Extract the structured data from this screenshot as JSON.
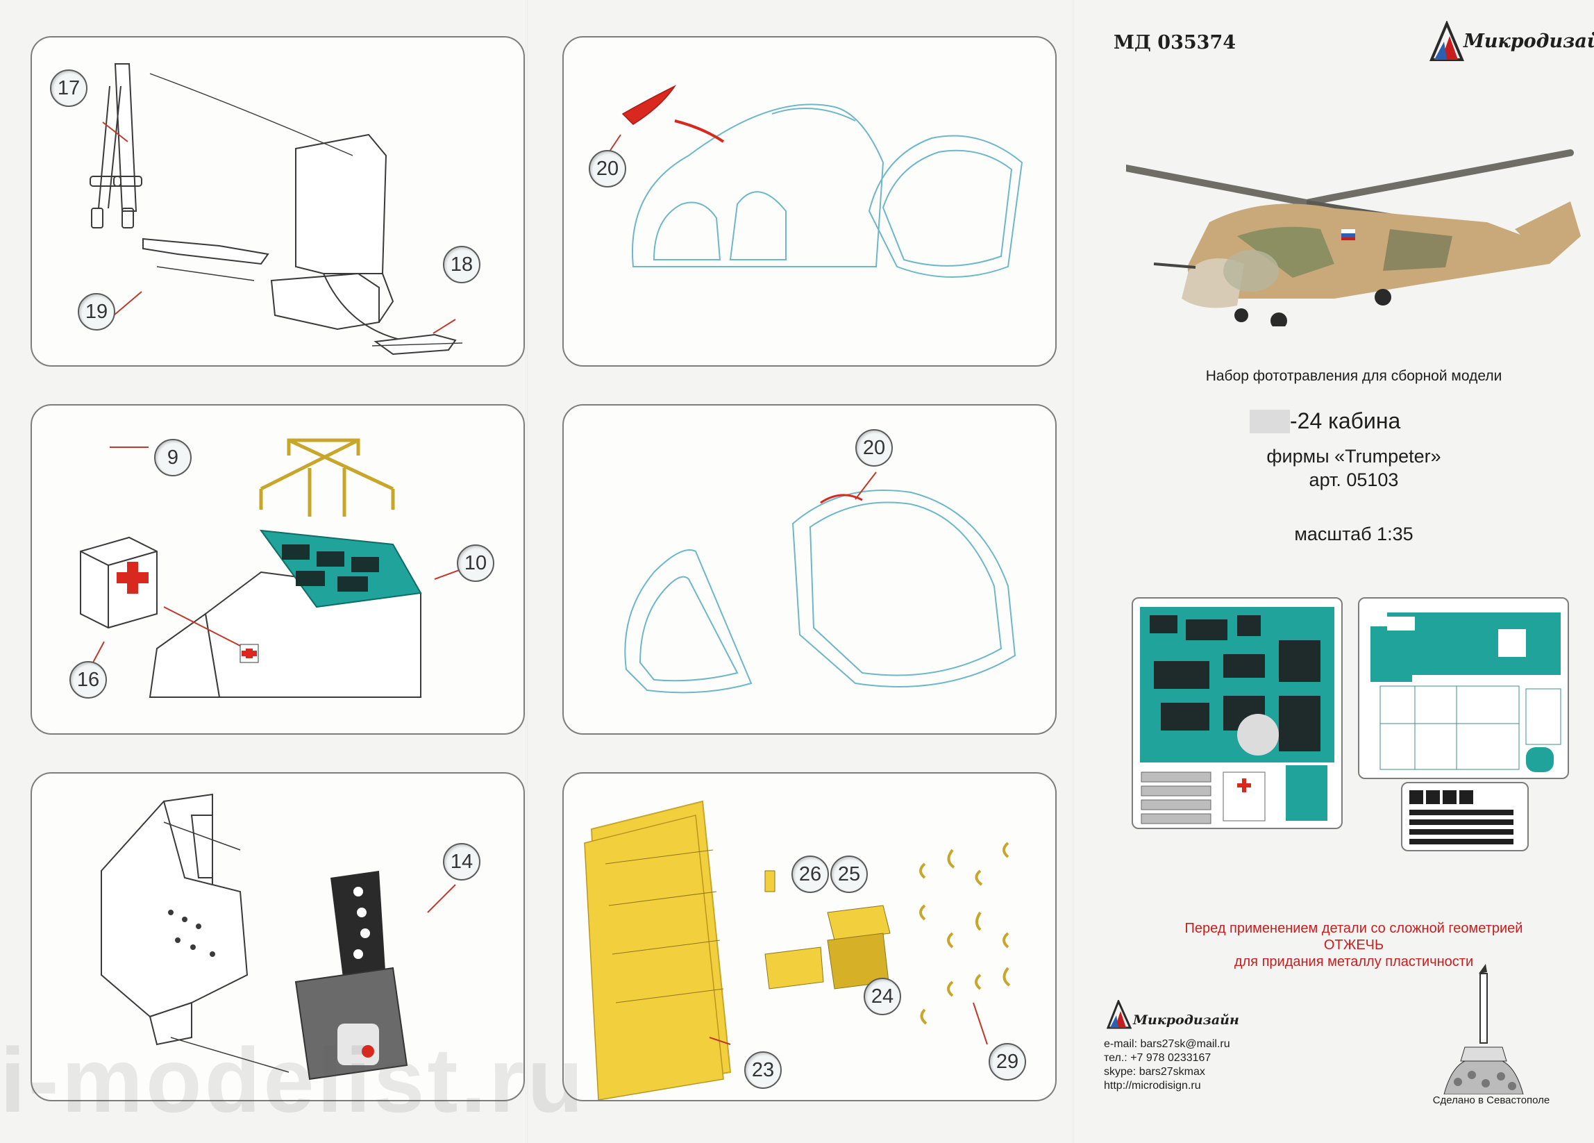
{
  "header": {
    "kit_code": "МД 035374",
    "brand": "Микродизайн"
  },
  "product": {
    "subtitle": "Набор фототравления для сборной модели",
    "title": "-24 кабина",
    "maker": "фирмы «Trumpeter»",
    "article": "арт. 05103",
    "scale": "масштаб 1:35"
  },
  "warning": {
    "line1": "Перед применением детали со сложной геометрией",
    "line2": "ОТЖЕЧЬ",
    "line3": "для придания металлу пластичности"
  },
  "footer": {
    "brand": "Микродизайн",
    "email": "e-mail: bars27sk@mail.ru",
    "phone": "тел.: +7 978 0233167",
    "skype": "skype: bars27skmax",
    "site": "http://microdisign.ru",
    "made_in": "Сделано в Севастополе"
  },
  "watermark": "i-modelist.ru",
  "panels": {
    "seat": {
      "callouts": [
        "17",
        "18",
        "19"
      ]
    },
    "canopy_top": {
      "callouts": [
        "20"
      ]
    },
    "console": {
      "callouts": [
        "9",
        "10",
        "16"
      ]
    },
    "canopy_bottom": {
      "callouts": [
        "20"
      ]
    },
    "dash": {
      "callouts": [
        "14"
      ]
    },
    "floor": {
      "callouts": [
        "26",
        "25",
        "24",
        "23",
        "29"
      ]
    }
  },
  "colors": {
    "etch_teal": "#1fa39b",
    "brass": "#f2cf3c",
    "glass_line": "#6db7c9",
    "arrow_red": "#c0392b",
    "cross_red": "#d9291f"
  }
}
